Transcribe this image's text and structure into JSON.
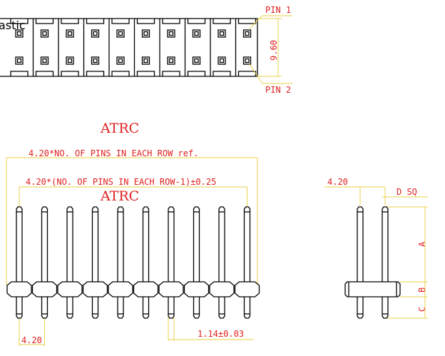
{
  "top_view": {
    "label_left": "astic",
    "pin1": "PIN 1",
    "pin2": "PIN 2",
    "height_dim": "9.60"
  },
  "front_view": {
    "watermark_1": "ATRC",
    "watermark_2": "ATRC",
    "overall_dim": "4.20*NO. OF PINS IN EACH ROW ref.",
    "pitch_span_dim": "4.20*(NO. OF PINS IN EACH ROW-1)±0.25",
    "pitch_dim": "4.20",
    "pin_dim": "1.14±0.03",
    "pin_count": 10
  },
  "side_view": {
    "pitch_dim": "4.20",
    "d_sq": "D SQ",
    "dim_a": "A",
    "dim_b": "B",
    "dim_c": "C"
  },
  "colors": {
    "dimension_text": "#e02020",
    "dimension_line": "#e8d24a",
    "outline": "#000000"
  }
}
